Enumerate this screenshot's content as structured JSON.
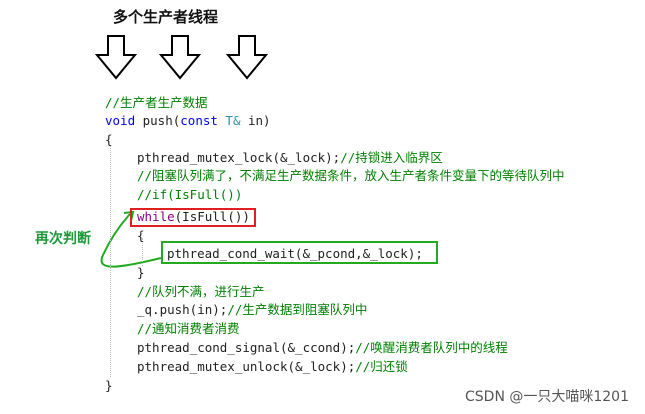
{
  "title": "多个生产者线程",
  "side_label": "再次判断",
  "watermark": "CSDN @一只大喵咪1201",
  "colors": {
    "comment": "#008000",
    "keyword": "#0000ff",
    "highlight_red": "#e02020",
    "highlight_green": "#22aa22",
    "side_label": "#1a9a3a"
  },
  "code": {
    "comment_header": "//生产者生产数据",
    "sig_void": "void",
    "sig_name": " push(",
    "sig_const": "const",
    "sig_type": " T&",
    "sig_in": " in)",
    "open_brace": "{",
    "lock_call": "pthread_mutex_lock(&_lock);",
    "lock_comment": "//持锁进入临界区",
    "block_comment": "//阻塞队列满了，不满足生产数据条件，放入生产者条件变量下的等待队列中",
    "if_comment": "//if(IsFull())",
    "while_kw": "while",
    "while_cond": "(IsFull())",
    "inner_open": "{",
    "wait_call": "pthread_cond_wait(&_pcond,&_lock);",
    "inner_close": "}",
    "notfull_comment": "//队列不满，进行生产",
    "push_call": "_q.push(in);",
    "push_comment": "//生产数据到阻塞队列中",
    "notify_comment": "//通知消费者消费",
    "signal_call": "pthread_cond_signal(&_ccond);",
    "signal_comment": "//唤醒消费者队列中的线程",
    "unlock_call": "pthread_mutex_unlock(&_lock);",
    "unlock_comment": "//归还锁",
    "close_brace": "}"
  }
}
